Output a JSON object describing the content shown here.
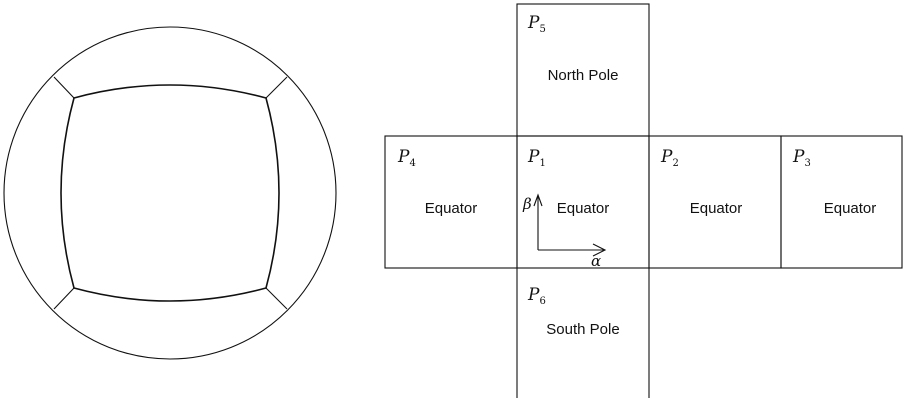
{
  "sphere": {
    "outline": "circle",
    "inner_panel": "curved-square",
    "connector_count": 4
  },
  "panels": [
    {
      "id": "P1",
      "letter": "P",
      "sub": "1",
      "label": "Equator"
    },
    {
      "id": "P2",
      "letter": "P",
      "sub": "2",
      "label": "Equator"
    },
    {
      "id": "P3",
      "letter": "P",
      "sub": "3",
      "label": "Equator"
    },
    {
      "id": "P4",
      "letter": "P",
      "sub": "4",
      "label": "Equator"
    },
    {
      "id": "P5",
      "letter": "P",
      "sub": "5",
      "label": "North Pole"
    },
    {
      "id": "P6",
      "letter": "P",
      "sub": "6",
      "label": "South Pole"
    }
  ],
  "axes": {
    "alpha": "α",
    "beta": "β"
  },
  "colors": {
    "line": "#111111",
    "background": "#ffffff"
  }
}
